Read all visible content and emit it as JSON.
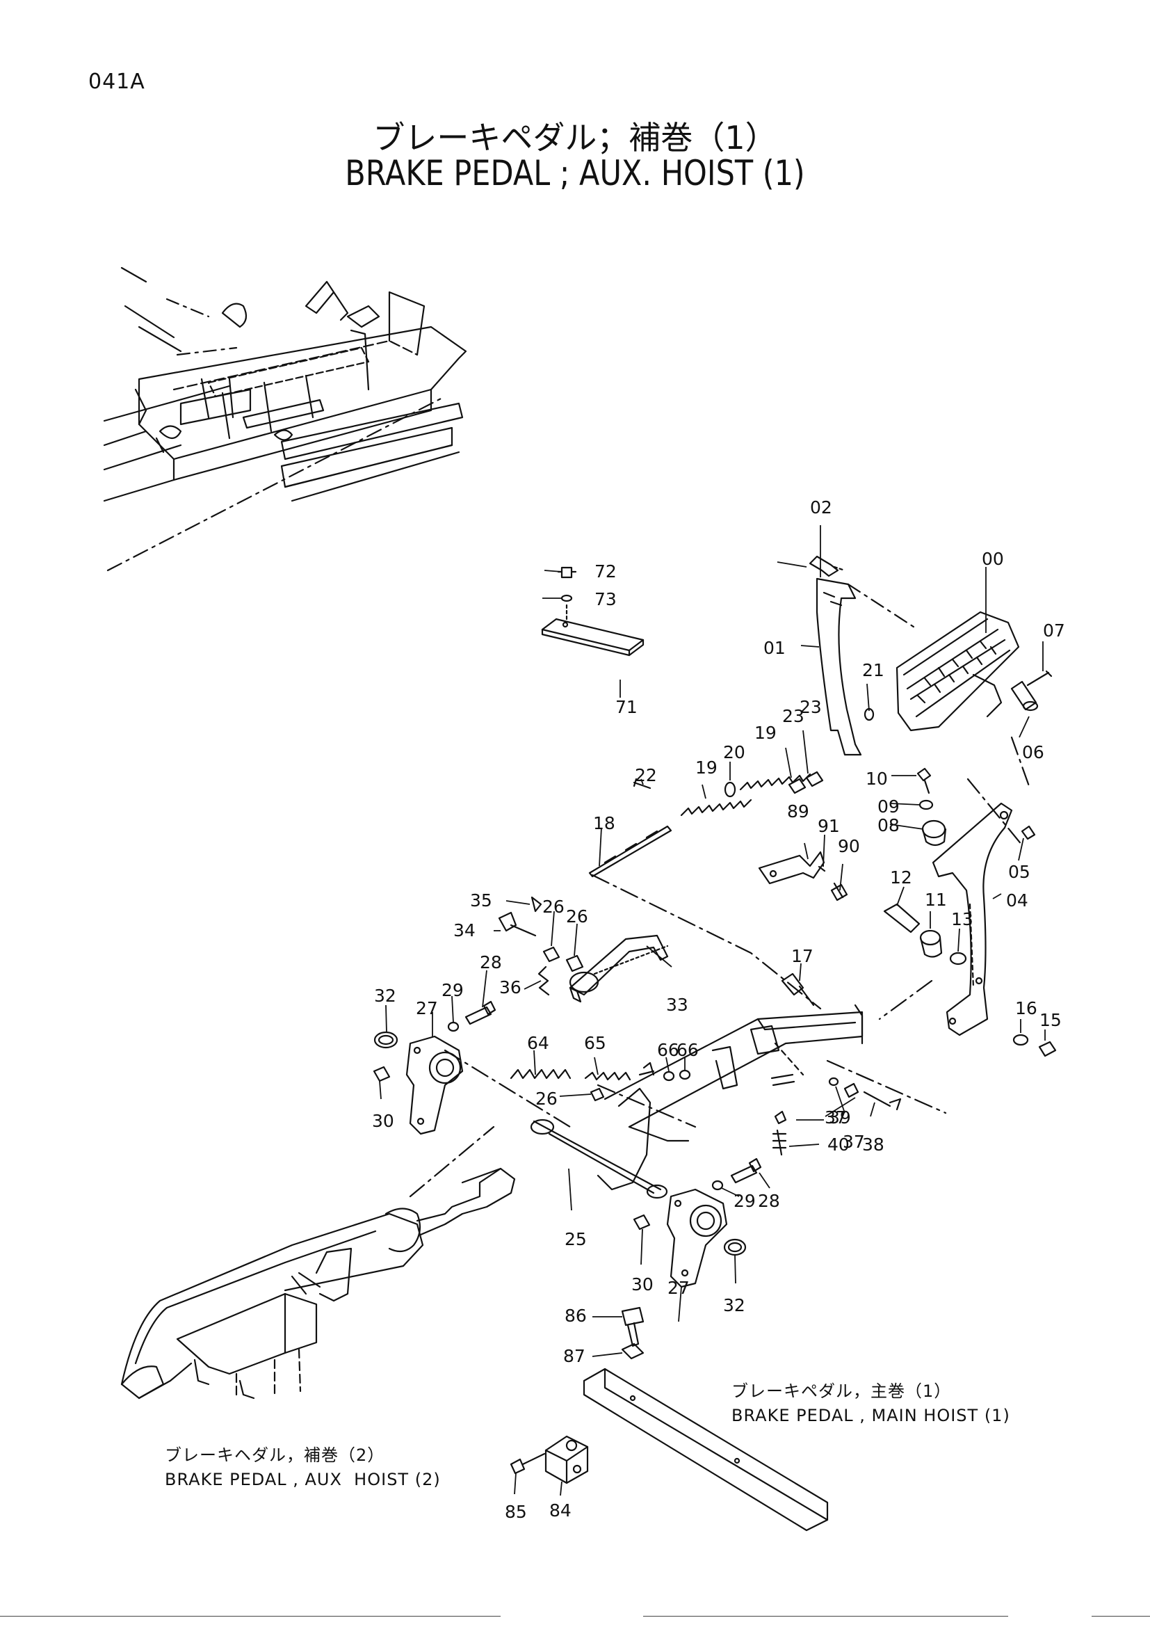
{
  "page_code": "041A",
  "title": {
    "jp": "ブレーキペダル；補巻（1）",
    "en": "BRAKE PEDAL ; AUX. HOIST (1)"
  },
  "part_labels": [
    "00",
    "01",
    "02",
    "04",
    "05",
    "06",
    "07",
    "08",
    "09",
    "10",
    "11",
    "12",
    "13",
    "15",
    "16",
    "17",
    "18",
    "19",
    "19",
    "20",
    "21",
    "22",
    "23",
    "23",
    "25",
    "26",
    "26",
    "26",
    "27",
    "27",
    "28",
    "28",
    "29",
    "29",
    "30",
    "30",
    "32",
    "32",
    "33",
    "34",
    "35",
    "36",
    "37",
    "37",
    "38",
    "39",
    "40",
    "64",
    "65",
    "66",
    "66",
    "71",
    "72",
    "73",
    "84",
    "85",
    "86",
    "87",
    "89",
    "90",
    "91"
  ],
  "references": {
    "main_hoist": {
      "jp": "ブレーキペダル，主巻（1）",
      "en": "BRAKE PEDAL , MAIN HOIST (1)"
    },
    "aux_hoist": {
      "jp": "ブレーキヘダル，補巻（2）",
      "en": "BRAKE PEDAL , AUX  HOIST (2)"
    }
  }
}
